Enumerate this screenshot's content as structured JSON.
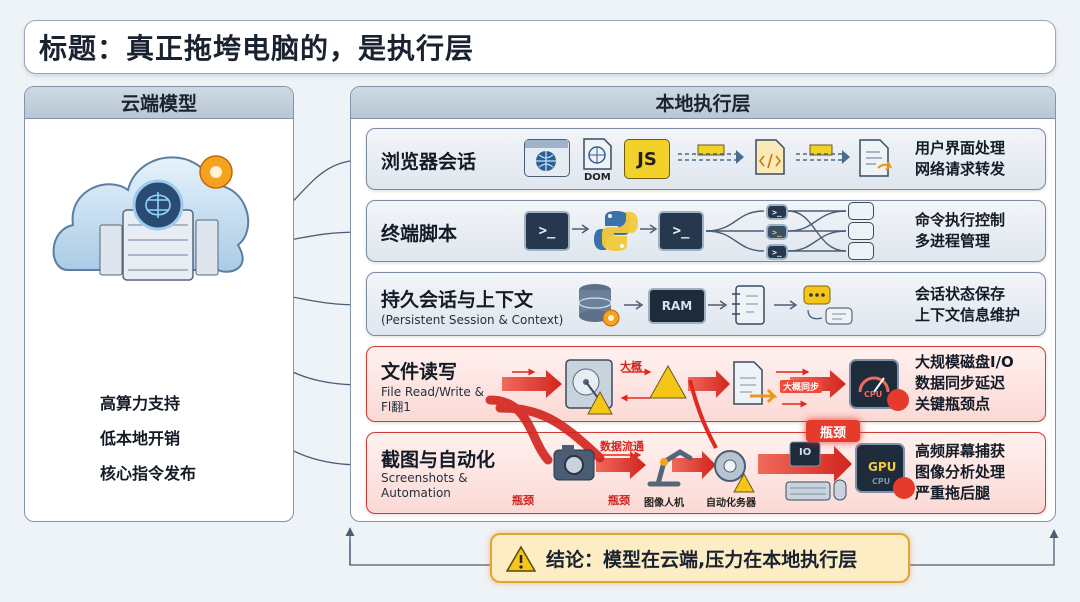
{
  "title": "标题：真正拖垮电脑的，是执行层",
  "cloud": {
    "heading": "云端模型",
    "items": [
      "高算力支持",
      "低本地开销",
      "核心指令发布"
    ]
  },
  "local": {
    "heading": "本地执行层",
    "rows": [
      {
        "title": "浏览器会话",
        "subtitle": "",
        "desc": [
          "用户界面处理",
          "网络请求转发"
        ],
        "labels": [
          "DOM",
          "JS"
        ]
      },
      {
        "title": "终端脚本",
        "subtitle": "",
        "desc": [
          "命令执行控制",
          "多进程管理"
        ],
        "labels": []
      },
      {
        "title": "持久会话与上下文",
        "subtitle": "(Persistent Session & Context)",
        "desc": [
          "会话状态保存",
          "上下文信息维护"
        ],
        "labels": [
          "RAM"
        ]
      },
      {
        "title": "文件读写",
        "subtitle": "File Read/Write & Fl翻1",
        "desc": [
          "大规模磁盘I/O",
          "数据同步延迟",
          "关键瓶颈点"
        ],
        "labels": [
          "大概",
          "大概同步",
          "CPU"
        ]
      },
      {
        "title": "截图与自动化",
        "subtitle": "Screenshots & Automation",
        "desc": [
          "高频屏幕捕获",
          "图像分析处理",
          "严重拖后腿"
        ],
        "labels": [
          "数据流通",
          "瓶颈",
          "瓶颈",
          "图像人机",
          "自动化务器",
          "IO",
          "GPU",
          "CPU"
        ]
      }
    ],
    "bottleneck_badge": "瓶颈"
  },
  "conclusion": "结论：模型在云端,压力在本地执行层",
  "colors": {
    "accent_red": "#e53a2c",
    "panel_border": "#8394a8",
    "warn_yellow": "#f5c518"
  }
}
